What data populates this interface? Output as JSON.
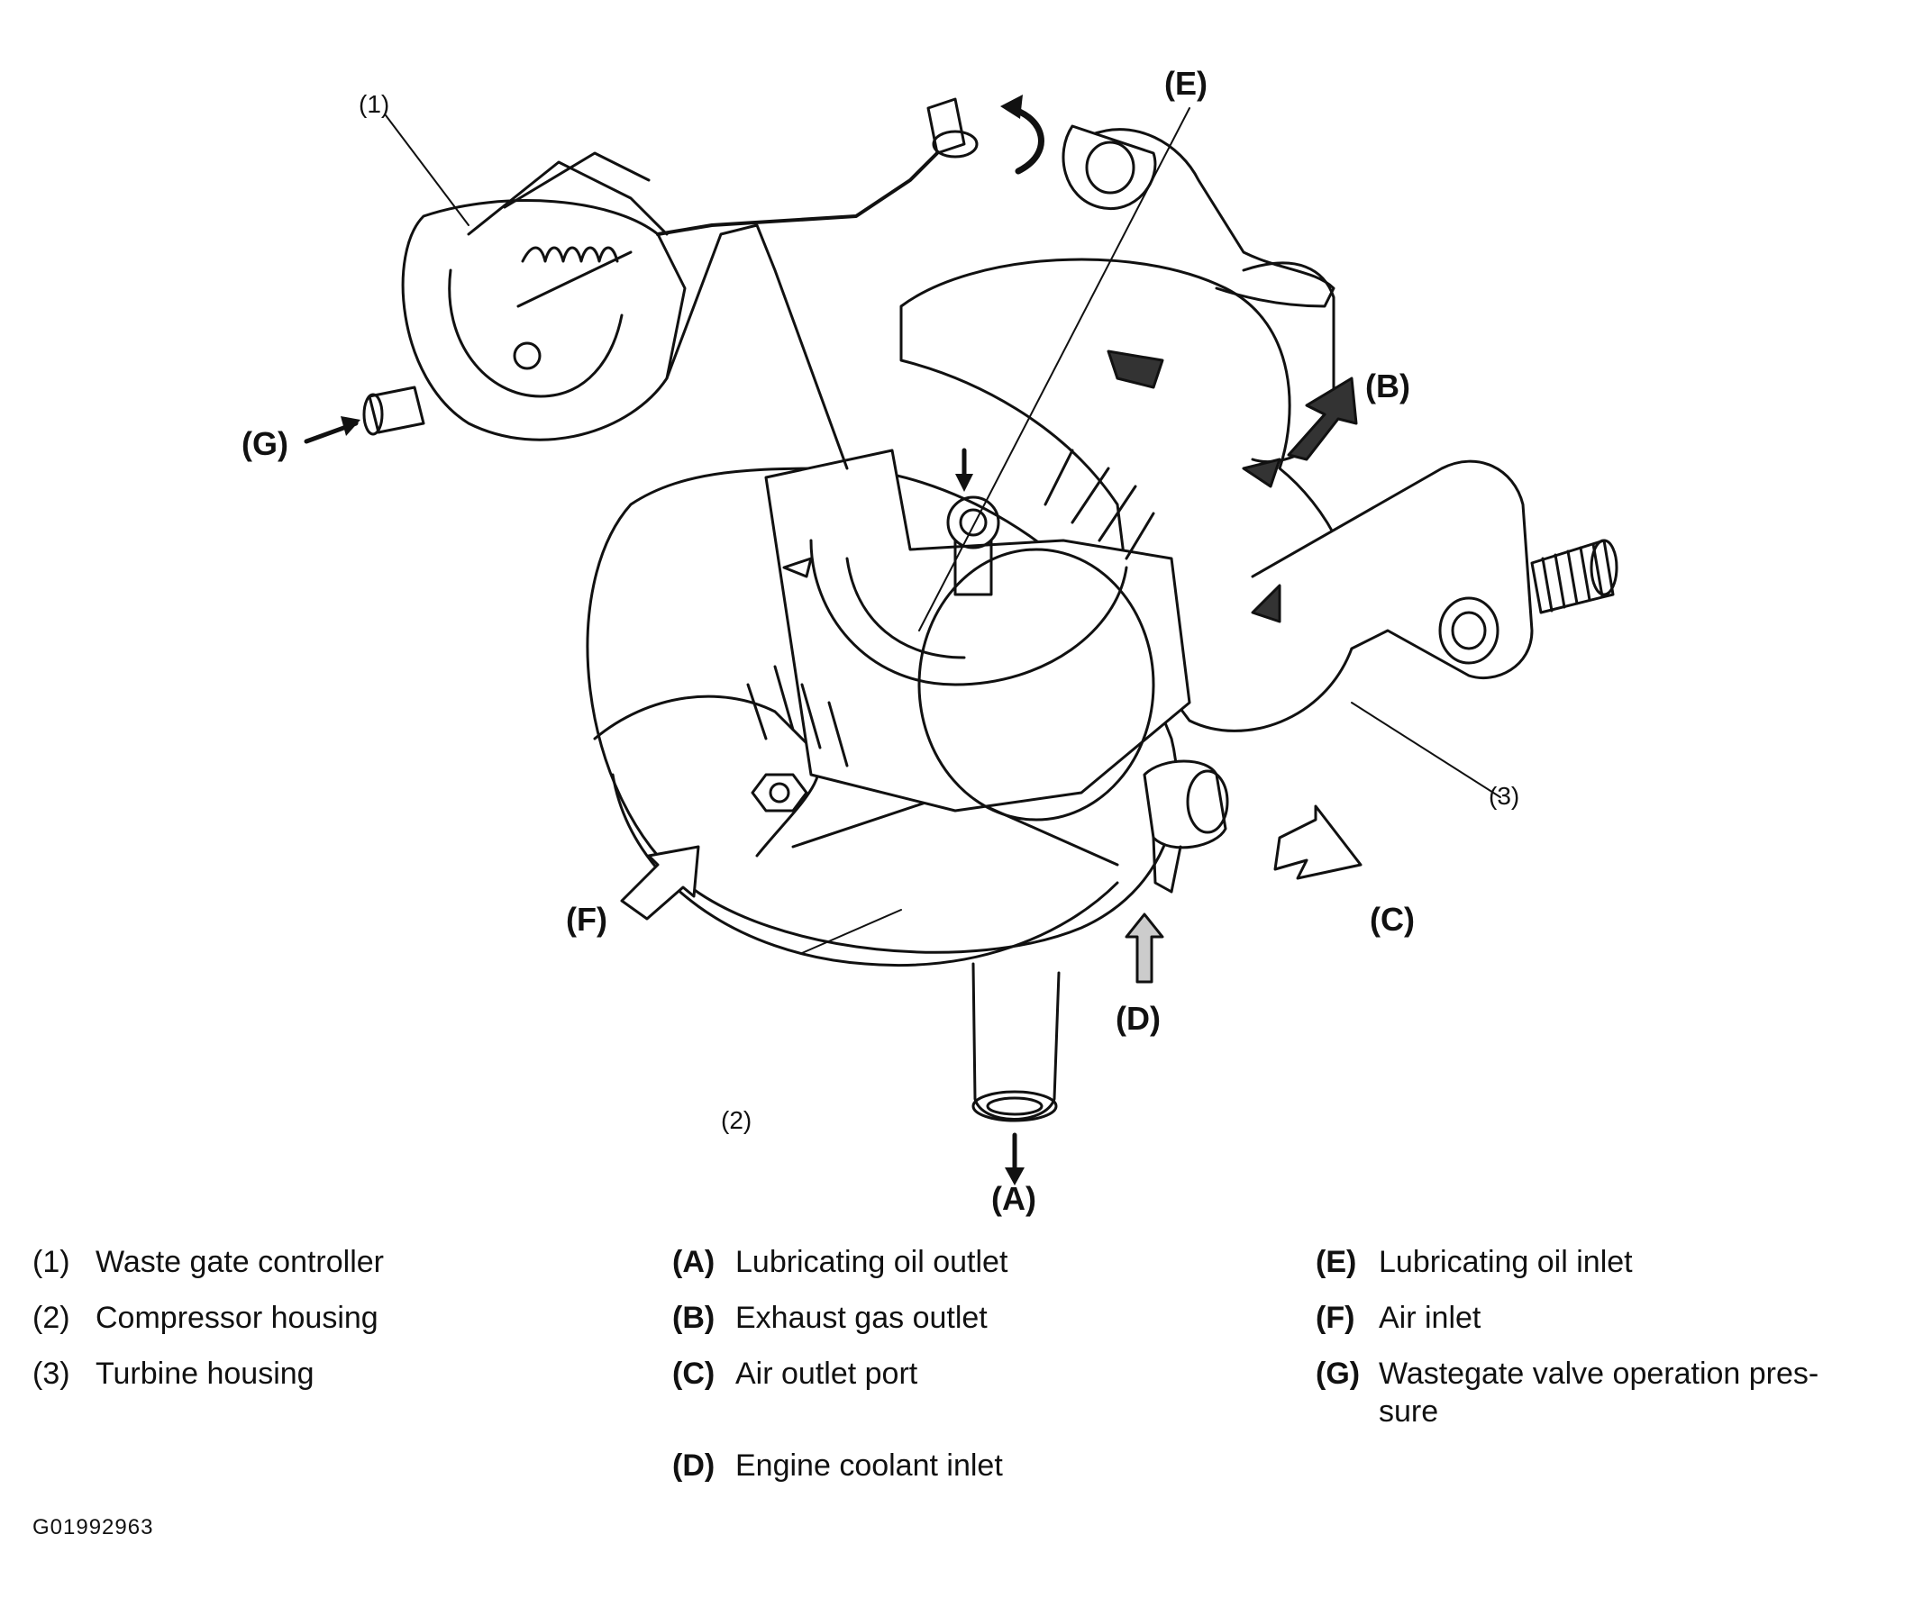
{
  "callouts": {
    "c1": "(1)",
    "c2": "(2)",
    "c3": "(3)",
    "A": "(A)",
    "B": "(B)",
    "C": "(C)",
    "D": "(D)",
    "E": "(E)",
    "F": "(F)",
    "G": "(G)"
  },
  "legend": {
    "parts": [
      {
        "key": "(1)",
        "text": "Waste gate controller"
      },
      {
        "key": "(2)",
        "text": "Compressor housing"
      },
      {
        "key": "(3)",
        "text": "Turbine housing"
      }
    ],
    "ports_col1": [
      {
        "key": "(A)",
        "text": "Lubricating oil outlet"
      },
      {
        "key": "(B)",
        "text": "Exhaust gas outlet"
      },
      {
        "key": "(C)",
        "text": "Air outlet port"
      },
      {
        "key": "(D)",
        "text": "Engine coolant inlet"
      }
    ],
    "ports_col2": [
      {
        "key": "(E)",
        "text": "Lubricating oil inlet"
      },
      {
        "key": "(F)",
        "text": "Air inlet"
      },
      {
        "key": "(G)",
        "text": "Wastegate valve operation pres-",
        "text2": "sure"
      }
    ]
  },
  "figure_id": "G01992963"
}
